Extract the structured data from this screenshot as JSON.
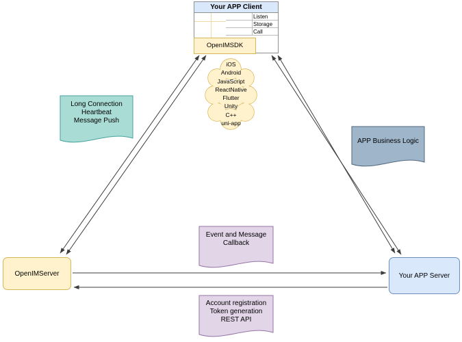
{
  "client": {
    "title": "Your APP Client",
    "rows": [
      "Listen",
      "Storage",
      "Call"
    ],
    "sdk": "OpenIMSDK"
  },
  "cloud": {
    "platforms": [
      "iOS",
      "Android",
      "JavaScript",
      "ReactNative",
      "Flutter",
      "Unity",
      "C++",
      "uni-app"
    ]
  },
  "notes": {
    "long_connection": {
      "lines": [
        "Long Connection",
        "Heartbeat",
        "Message Push"
      ]
    },
    "business_logic": {
      "lines": [
        "APP Business Logic"
      ]
    },
    "callback": {
      "lines": [
        "Event and Message",
        "Callback"
      ]
    },
    "rest_api": {
      "lines": [
        "Account registration",
        "Token generation",
        "REST API"
      ]
    }
  },
  "nodes": {
    "openim_server": "OpenIMServer",
    "app_server": "Your APP Server"
  },
  "colors": {
    "blue-fill": "#dae8fc",
    "blue-stroke": "#6c8ebf",
    "yellow-fill": "#fff2cc",
    "yellow-stroke": "#d6b656",
    "yellow-faint": "#ecd9a8",
    "teal-fill": "#aadcd6",
    "teal-stroke": "#45a29c",
    "slate-fill": "#9fb5c9",
    "slate-stroke": "#50677c",
    "purple-fill": "#e1d5e7",
    "purple-stroke": "#9673a6",
    "box-border": "#8f8f8f",
    "line": "#3d3d3d"
  }
}
